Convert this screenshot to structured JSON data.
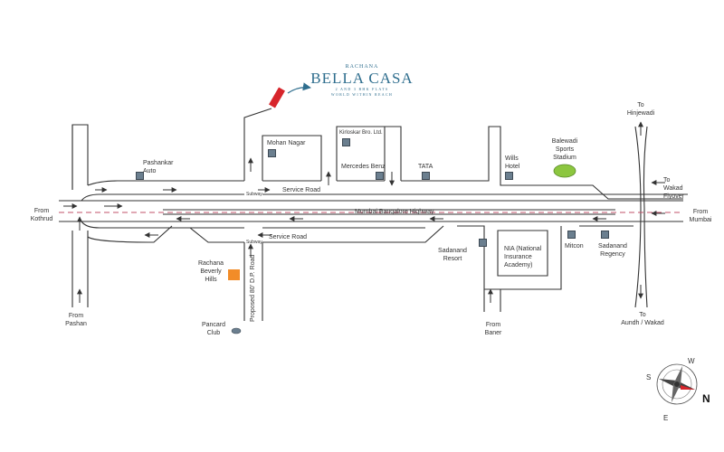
{
  "brand": {
    "prefix": "RACHANA",
    "name": "BELLA CASA",
    "line1": "2 AND 3 BHK FLATS",
    "line2": "WORLD WITHIN REACH",
    "marker_color": "#d7252b",
    "accent": "#2f6e8e"
  },
  "roads": {
    "highway": "Mumbai Bangalore Highway",
    "service_top": "Service Road",
    "service_bottom": "Service Road",
    "dp_road": "Proposed 80' D.P. Road",
    "subway_top": "Subway",
    "subway_bottom": "Subway"
  },
  "landmarks": {
    "pashankar": "Pashankar\nAuto",
    "mohan_nagar": "Mohan Nagar",
    "kirloskar": "Kirloskar Bro. Ltd.",
    "mercedes": "Mercedes Benz",
    "tata": "TATA",
    "wills": "Wills\nHotel",
    "balewadi": "Balewadi\nSports\nStadium",
    "beverly": "Rachana\nBeverly\nHills",
    "pancard": "Pancard\nClub",
    "sadanand_resort": "Sadanand\nResort",
    "nia": "NIA (National\nInsurance\nAcademy)",
    "mitcon": "Mitcon",
    "sadanand_regency": "Sadanand\nRegency"
  },
  "directions": {
    "from_kothrud": "From\nKothrud",
    "from_pashan": "From\nPashan",
    "from_baner": "From\nBaner",
    "from_mumbai": "From\nMumbai",
    "to_hinjewadi": "To\nHinjewadi",
    "to_wakad_flyover": "To\nWakad\nFlyover",
    "to_aundh_wakad": "To\nAundh / Wakad"
  },
  "compass": {
    "n": "N",
    "s": "S",
    "e": "E",
    "w": "W"
  },
  "colors": {
    "road": "#333333",
    "highway_dash": "#c0506a",
    "landmark_box": "#6b7f8f",
    "stadium": "#8cc63f",
    "beverly_hills": "#f28c28",
    "pancard": "#6b7f8f"
  }
}
